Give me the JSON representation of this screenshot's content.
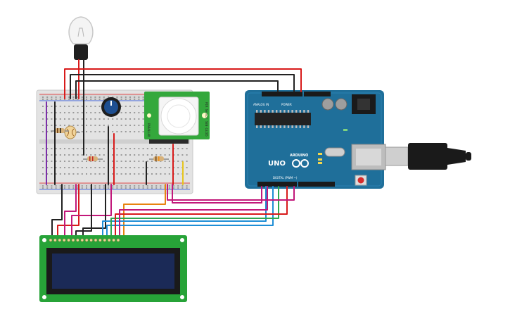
{
  "arduino": {
    "brand": "ARDUINO",
    "model": "UNO",
    "header_power": "POWER",
    "header_analog": "ANALOG IN",
    "header_digital": "DIGITAL (PWM ~)",
    "board_color": "#1f6f9a"
  },
  "pir": {
    "label_top": "PIR Sensor",
    "label_code": "SEN-13285",
    "label_side": "PARALLAX"
  },
  "lcd": {
    "frame_color": "#27a338",
    "screen_color": "#1b2a57"
  },
  "wire_colors": {
    "red": "#d81b1b",
    "black": "#222222",
    "magenta": "#c2187a",
    "orange": "#e8830f",
    "green": "#2fa84f",
    "blue": "#1f8ed6",
    "yellow": "#e6c51b",
    "purple": "#7b2fa8"
  }
}
